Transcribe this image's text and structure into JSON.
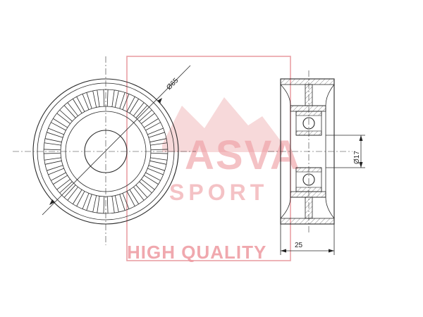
{
  "drawing": {
    "dim_outer_diameter": "Ø65",
    "dim_bore_diameter": "Ø17",
    "dim_width": "25"
  },
  "watermark": {
    "brand_text": "ASVA",
    "sport_text": "SPORT",
    "tagline": "HIGH QUALITY",
    "color": "#ee9aa0"
  }
}
